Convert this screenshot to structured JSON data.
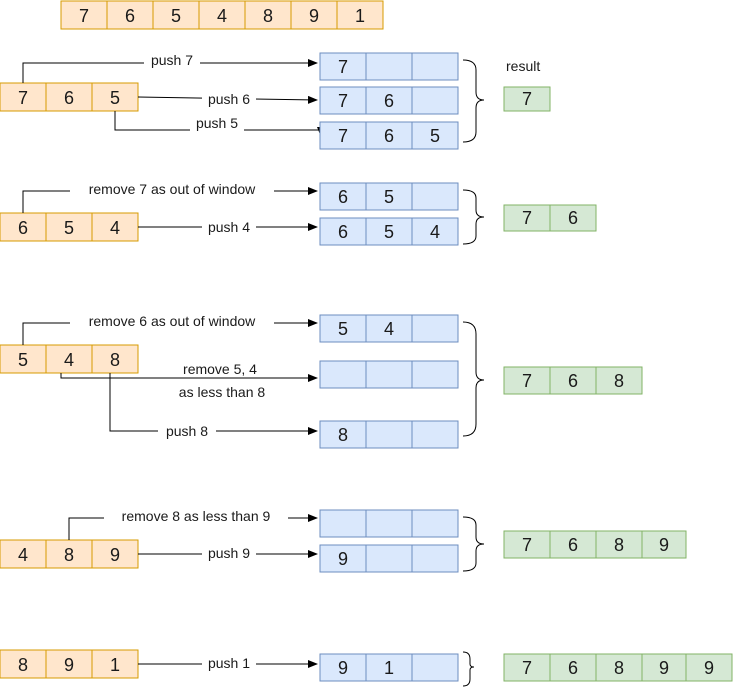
{
  "input_array": [
    "7",
    "6",
    "5",
    "4",
    "8",
    "9",
    "1"
  ],
  "result_label": "result",
  "steps": [
    {
      "window": [
        "7",
        "6",
        "5"
      ],
      "deques": [
        [
          "7",
          "",
          ""
        ],
        [
          "7",
          "6",
          ""
        ],
        [
          "7",
          "6",
          "5"
        ]
      ],
      "edge_labels": [
        "push 7",
        "push 6",
        "push 5"
      ],
      "result": [
        "7"
      ]
    },
    {
      "window": [
        "6",
        "5",
        "4"
      ],
      "deques": [
        [
          "6",
          "5",
          ""
        ],
        [
          "6",
          "5",
          "4"
        ]
      ],
      "edge_labels": [
        "remove 7 as out of window",
        "push 4"
      ],
      "result": [
        "7",
        "6"
      ]
    },
    {
      "window": [
        "5",
        "4",
        "8"
      ],
      "deques": [
        [
          "5",
          "4",
          ""
        ],
        [
          "",
          "",
          ""
        ],
        [
          "8",
          "",
          ""
        ]
      ],
      "edge_labels": [
        "remove 6 as out of window",
        "remove 5, 4",
        "as less than 8",
        "push 8"
      ],
      "result": [
        "7",
        "6",
        "8"
      ]
    },
    {
      "window": [
        "4",
        "8",
        "9"
      ],
      "deques": [
        [
          "",
          "",
          ""
        ],
        [
          "9",
          "",
          ""
        ]
      ],
      "edge_labels": [
        "remove 8 as less than 9",
        "push 9"
      ],
      "result": [
        "7",
        "6",
        "8",
        "9"
      ]
    },
    {
      "window": [
        "8",
        "9",
        "1"
      ],
      "deques": [
        [
          "9",
          "1",
          ""
        ]
      ],
      "edge_labels": [
        "push 1"
      ],
      "result": [
        "7",
        "6",
        "8",
        "9",
        "9"
      ]
    }
  ]
}
